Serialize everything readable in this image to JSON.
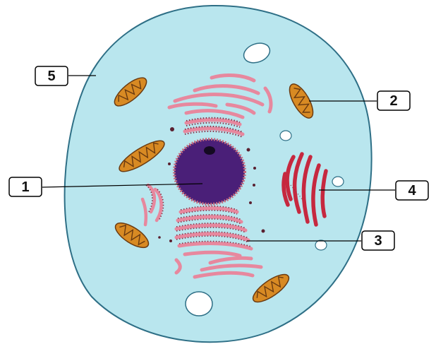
{
  "colors": {
    "cytoplasm": "#b9e6ee",
    "membrane": "#2e6f86",
    "nucleus": "#4a1f78",
    "nucleus_border": "#7a3fa0",
    "nucleolus": "#140a22",
    "rough_er": "#e7889e",
    "ribosome": "#8a2c43",
    "golgi_smooth": "#e7889e",
    "smooth_er_red": "#c6283f",
    "mitochondrion": "#d88a23",
    "mitochondrion_inner": "#6a3a10",
    "vacuole": "#ffffff",
    "leader_line": "#000000"
  },
  "callouts": [
    {
      "id": "5",
      "label": "5"
    },
    {
      "id": "2",
      "label": "2"
    },
    {
      "id": "1",
      "label": "1"
    },
    {
      "id": "4",
      "label": "4"
    },
    {
      "id": "3",
      "label": "3"
    }
  ]
}
